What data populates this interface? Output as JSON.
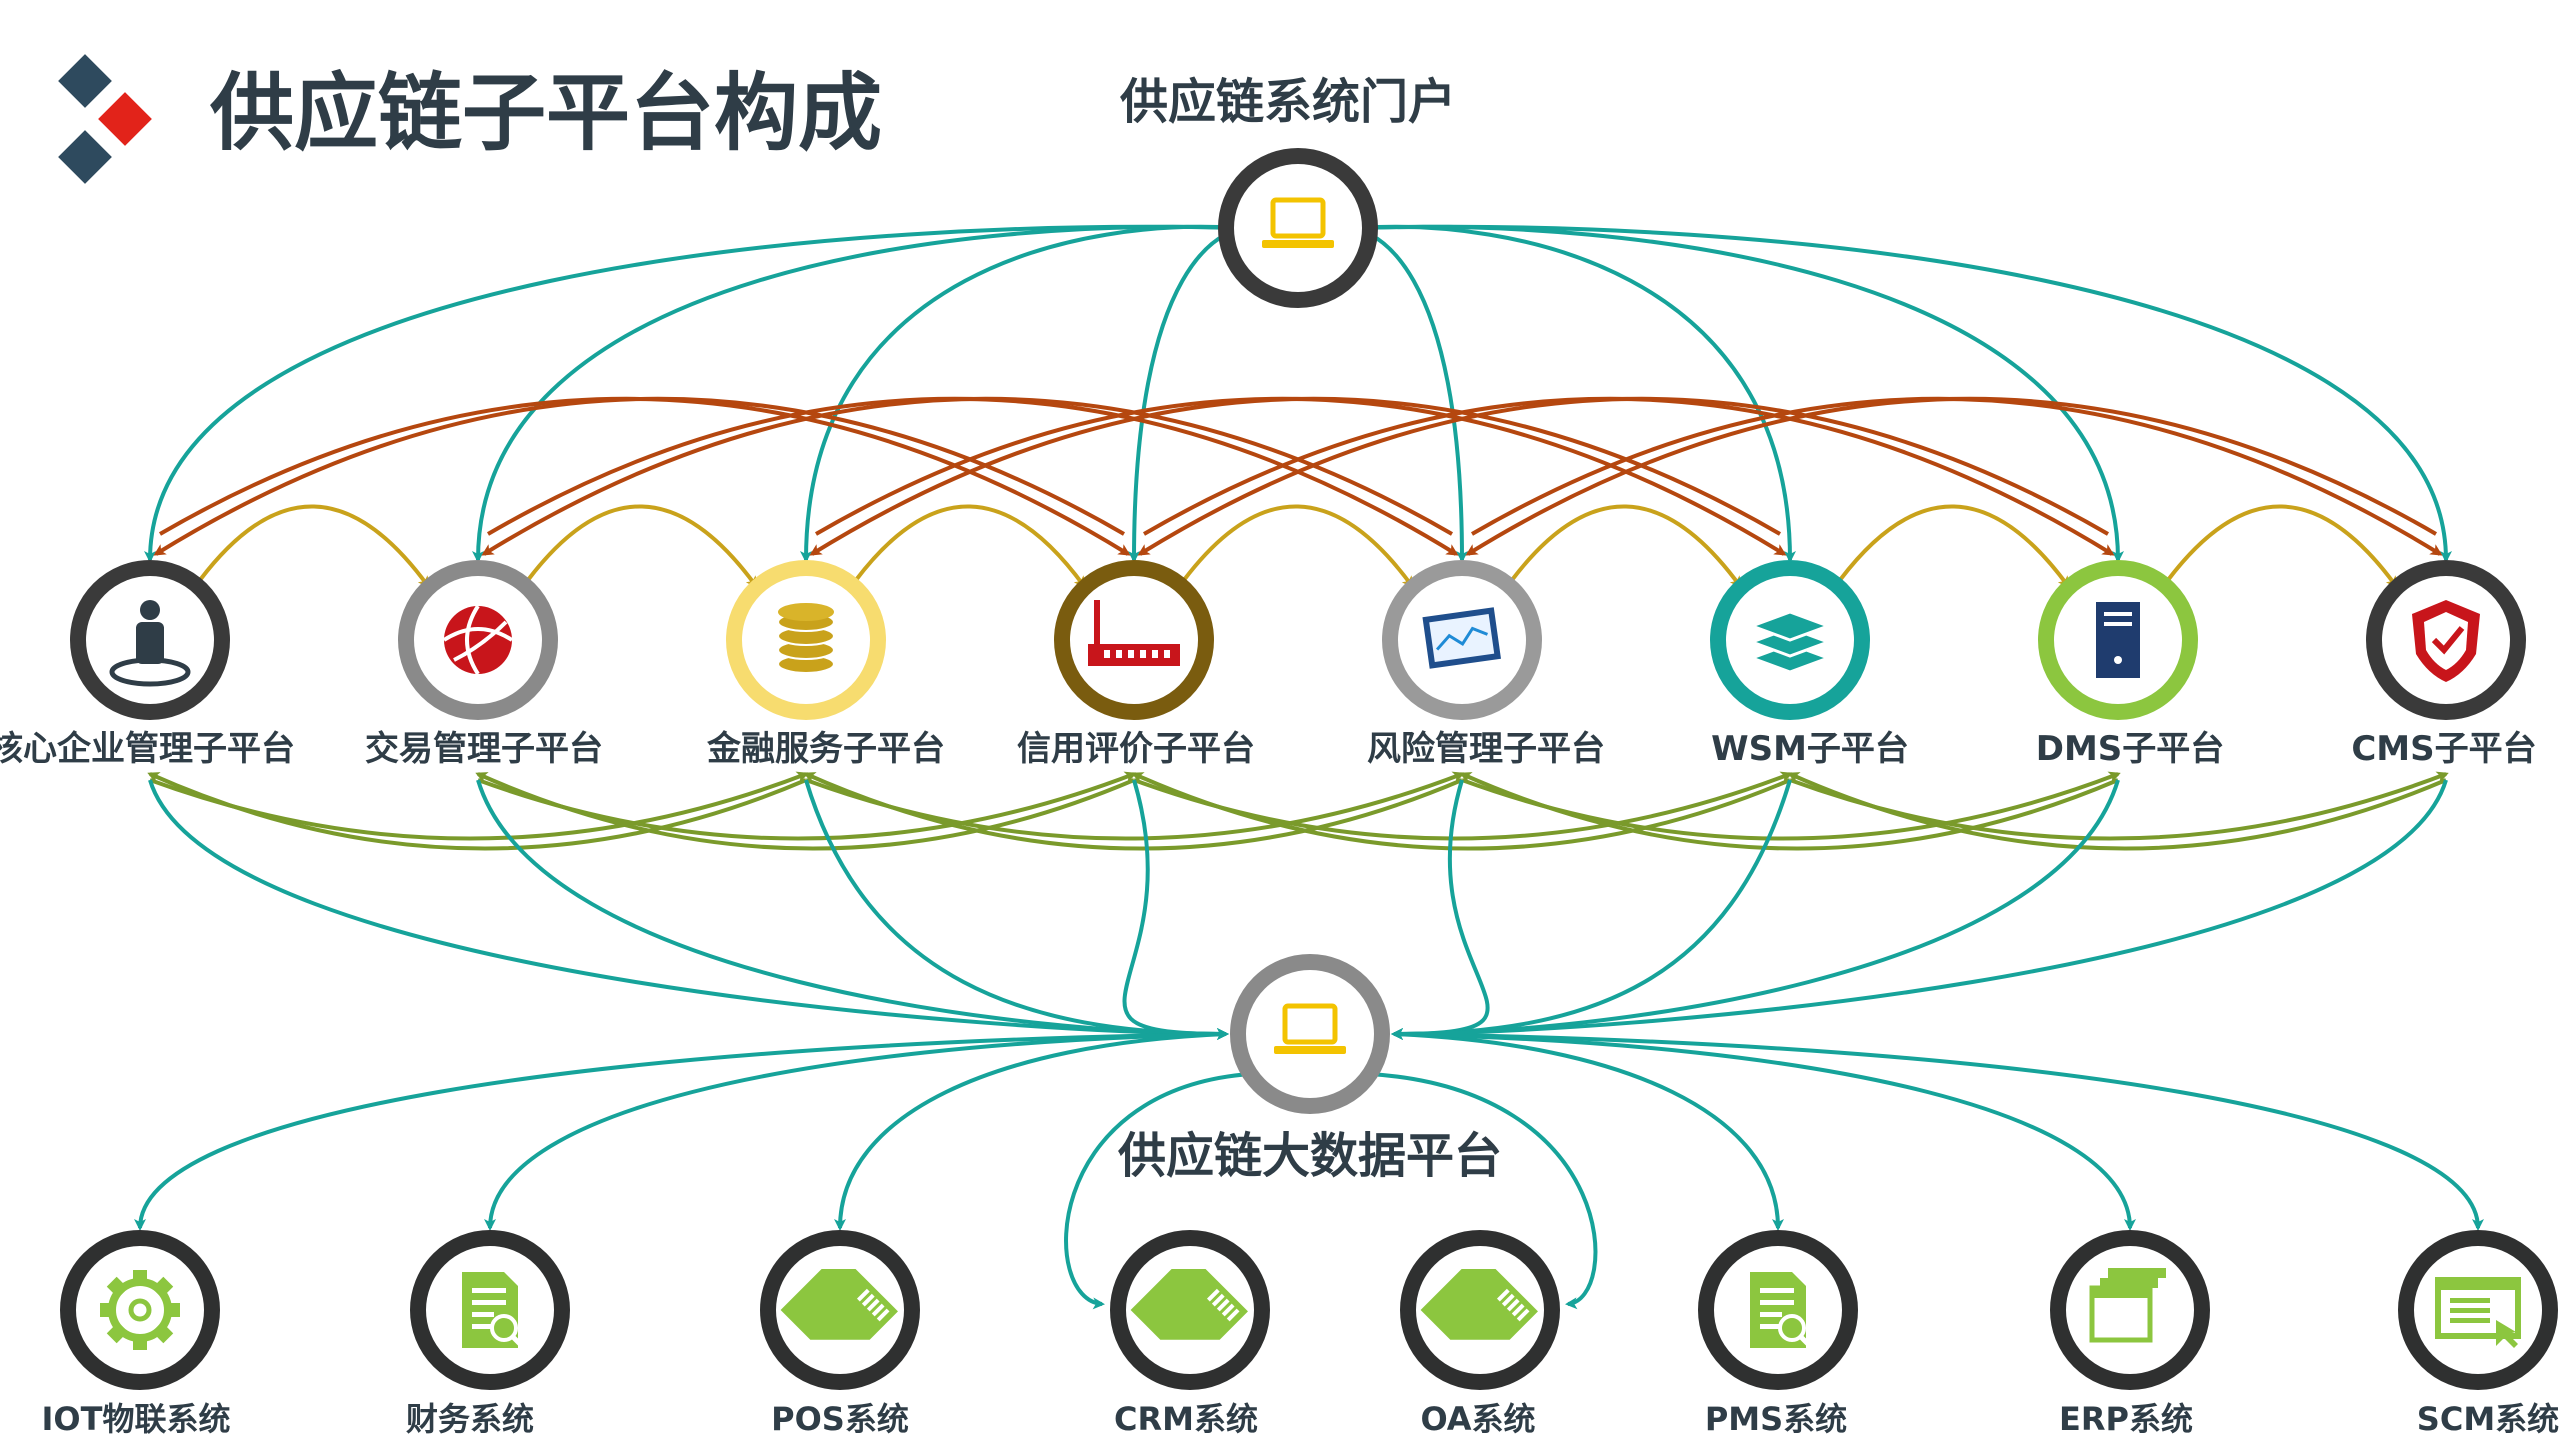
{
  "page": {
    "title": "供应链子平台构成"
  },
  "colors": {
    "teal": "#16a39a",
    "brown": "#b5470f",
    "gold": "#c9a21b",
    "olive": "#7a9a2b",
    "dark": "#2f3d47",
    "logo_dark": "#2e4a5e",
    "logo_red": "#e2231a",
    "laptop": "#f3c300"
  },
  "top_hub": {
    "label": "供应链系统门户",
    "icon": "laptop-icon",
    "ring": "#3a3a3a"
  },
  "middle_hub": {
    "label": "供应链大数据平台",
    "icon": "laptop-icon",
    "ring": "#8a8a8a"
  },
  "subplatforms": [
    {
      "label": "核心企业管理子平台",
      "icon": "person-icon",
      "ring": "#3a3a3a"
    },
    {
      "label": "交易管理子平台",
      "icon": "globe-icon",
      "ring": "#8a8a8a"
    },
    {
      "label": "金融服务子平台",
      "icon": "database-icon",
      "ring": "#f7dc6f"
    },
    {
      "label": "信用评价子平台",
      "icon": "router-icon",
      "ring": "#7a5c0f"
    },
    {
      "label": "风险管理子平台",
      "icon": "chart-icon",
      "ring": "#9a9a9a"
    },
    {
      "label": "WSM子平台",
      "icon": "layers-icon",
      "ring": "#16a39a"
    },
    {
      "label": "DMS子平台",
      "icon": "server-icon",
      "ring": "#8cc63f"
    },
    {
      "label": "CMS子平台",
      "icon": "shield-icon",
      "ring": "#3a3a3a"
    }
  ],
  "systems": [
    {
      "label": "IOT物联系统",
      "icon": "gear-icon"
    },
    {
      "label": "财务系统",
      "icon": "document-search-icon"
    },
    {
      "label": "POS系统",
      "icon": "sd-card-icon"
    },
    {
      "label": "CRM系统",
      "icon": "sd-card-icon"
    },
    {
      "label": "OA系统",
      "icon": "sd-card-icon"
    },
    {
      "label": "PMS系统",
      "icon": "document-search-icon"
    },
    {
      "label": "ERP系统",
      "icon": "windows-icon"
    },
    {
      "label": "SCM系统",
      "icon": "form-icon"
    }
  ]
}
